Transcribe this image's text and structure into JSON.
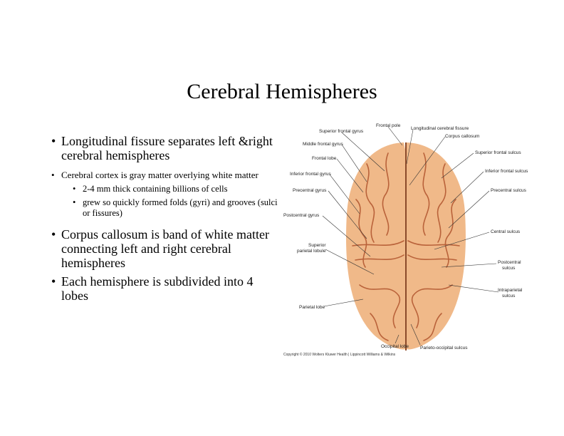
{
  "slide": {
    "title": "Cerebral Hemispheres",
    "bullets": [
      {
        "text": "Longitudinal fissure separates left &right cerebral hemispheres"
      },
      {
        "text": "Cerebral cortex is gray matter overlying white matter"
      },
      {
        "text": "2-4 mm thick containing billions of cells"
      },
      {
        "text": "grew so quickly formed folds (gyri) and grooves (sulci or fissures)"
      },
      {
        "text": "Corpus callosum is band of white matter connecting left and right cerebral hemispheres"
      },
      {
        "text": "Each hemisphere is subdivided into 4 lobes"
      }
    ]
  },
  "figure": {
    "labels": {
      "frontal_pole": "Frontal pole",
      "superior_frontal_gyrus": "Superior frontal gyrus",
      "longitudinal_cerebral_fissure": "Longitudinal cerebral fissure",
      "corpus_callosum": "Corpus callosum",
      "middle_frontal_gyrus": "Middle frontal gyrus",
      "superior_frontal_sulcus": "Superior frontal sulcus",
      "frontal_lobe": "Frontal lobe",
      "inferior_frontal_gyrus": "Inferior frontal gyrus",
      "inferior_frontal_sulcus": "Inferior frontal sulcus",
      "precentral_gyrus": "Precentral gyrus",
      "precentral_sulcus": "Precentral sulcus",
      "postcentral_gyrus": "Postcentral gyrus",
      "central_sulcus": "Central sulcus",
      "superior_parietal_lobule_1": "Superior",
      "superior_parietal_lobule_2": "parietal lobule",
      "postcentral_sulcus_1": "Postcentral",
      "postcentral_sulcus_2": "sulcus",
      "intraparietal_sulcus_1": "Intraparietal",
      "intraparietal_sulcus_2": "sulcus",
      "parietal_lobe": "Parietal lobe",
      "occipital_lobe": "Occipital lobe",
      "parieto_occipital_sulcus": "Parieto-occipital sulcus"
    },
    "copyright": "Copyright © 2010 Wolters Kluwer Health | Lippincott Williams & Wilkins",
    "colors": {
      "brain": "#f0b989",
      "sulci": "#b9623a"
    }
  }
}
